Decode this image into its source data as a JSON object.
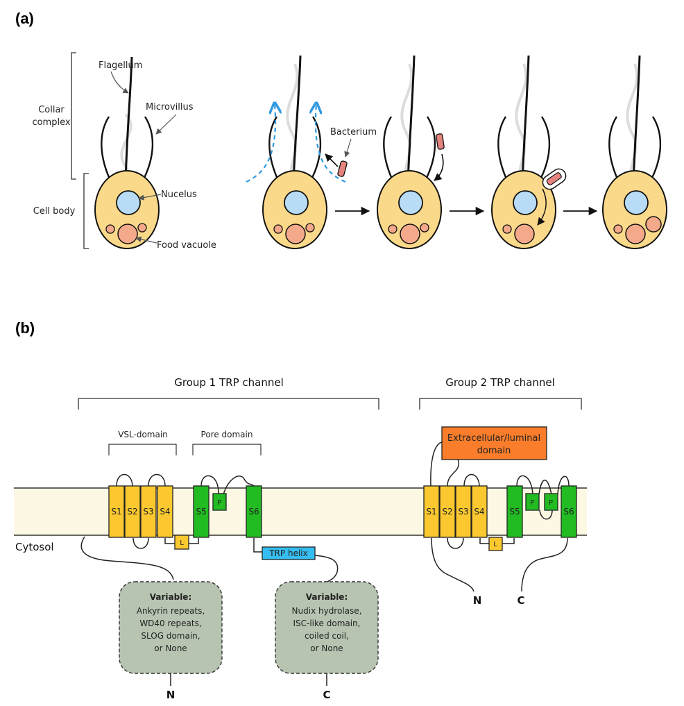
{
  "panel_a": {
    "label": "(a)",
    "labels": {
      "flagellum": "Flagellum",
      "microvillus": "Microvillus",
      "collar_complex_line1": "Collar",
      "collar_complex_line2": "complex",
      "cell_body": "Cell body",
      "nucleus": "Nucelus",
      "food_vacuole": "Food vacuole",
      "bacterium": "Bacterium"
    },
    "colors": {
      "cell_fill": "#fbd98a",
      "nucleus_fill": "#b9dcf6",
      "vacuole_fill": "#f4a98a",
      "bacterium_fill": "#e4847e",
      "water_flow": "#2f9ae0"
    }
  },
  "panel_b": {
    "label": "(b)",
    "group1_title": "Group 1 TRP channel",
    "group2_title": "Group 2 TRP channel",
    "vsl_domain": "VSL-domain",
    "pore_domain": "Pore domain",
    "cytosol": "Cytosol",
    "extracellular_line1": "Extracellular/luminal",
    "extracellular_line2": "domain",
    "trp_helix": "TRP helix",
    "segments": [
      "S1",
      "S2",
      "S3",
      "S4",
      "S5",
      "S6"
    ],
    "pore_loop": "P",
    "linker": "L",
    "n_term": "N",
    "c_term": "C",
    "box_n": {
      "heading": "Variable:",
      "lines": [
        "Ankyrin repeats,",
        "WD40 repeats,",
        "SLOG domain,",
        "or None"
      ]
    },
    "box_c": {
      "heading": "Variable:",
      "lines": [
        "Nudix hydrolase,",
        "ISC-like domain,",
        "coiled coil,",
        "or None"
      ]
    },
    "colors": {
      "membrane": "#fdf8e4",
      "vsl_segment": "#fbc92f",
      "pore_segment": "#22bb22",
      "trp_helix": "#36bdf0",
      "extracellular": "#fa7d2b",
      "variable_box": "#b7c4b1"
    }
  }
}
